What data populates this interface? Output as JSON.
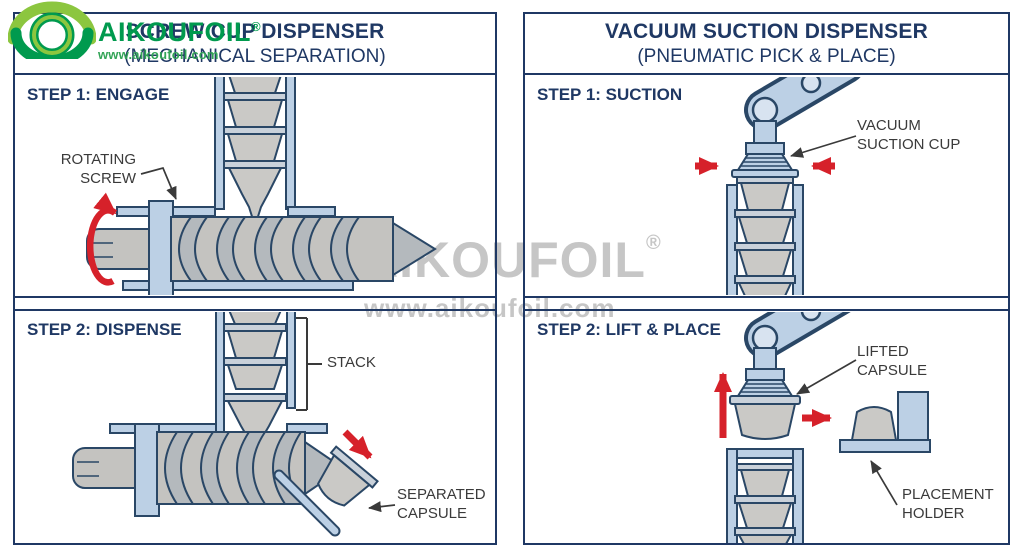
{
  "brand": {
    "name": "AIKOUFOIL",
    "reg": "®",
    "url": "www.aikoufoil.com"
  },
  "watermark": {
    "name": "AIKOUFOIL",
    "reg": "®",
    "url": "www.aikoufoil.com"
  },
  "left": {
    "title": "SCREW CUP DISPENSER",
    "subtitle": "(MECHANICAL SEPARATION)",
    "step1": {
      "label": "STEP 1: ENGAGE",
      "ann_rotating_screw": "ROTATING\nSCREW"
    },
    "step2": {
      "label": "STEP 2: DISPENSE",
      "ann_stack": "STACK",
      "ann_separated_capsule": "SEPARATED\nCAPSULE"
    }
  },
  "right": {
    "title": "VACUUM SUCTION DISPENSER",
    "subtitle": "(PNEUMATIC PICK & PLACE)",
    "step1": {
      "label": "STEP 1: SUCTION",
      "ann_vacuum_cup": "VACUUM\nSUCTION CUP"
    },
    "step2": {
      "label": "STEP 2: LIFT & PLACE",
      "ann_lifted_capsule": "LIFTED\nCAPSULE",
      "ann_placement_holder": "PLACEMENT\nHOLDER"
    }
  },
  "colors": {
    "navy": "#1f3864",
    "outline": "#2a4766",
    "steel": "#bcd0e5",
    "gray": "#cac9c6",
    "rim": "#c9d1da",
    "rod": "#c4c3c0",
    "flight": "#b4b9bd",
    "red": "#d6212a",
    "label": "#3a3a3a",
    "wm": "#c6c6c6",
    "green": "#009a4e",
    "green2": "#8cc63f",
    "hole": "#d8e3f0"
  }
}
